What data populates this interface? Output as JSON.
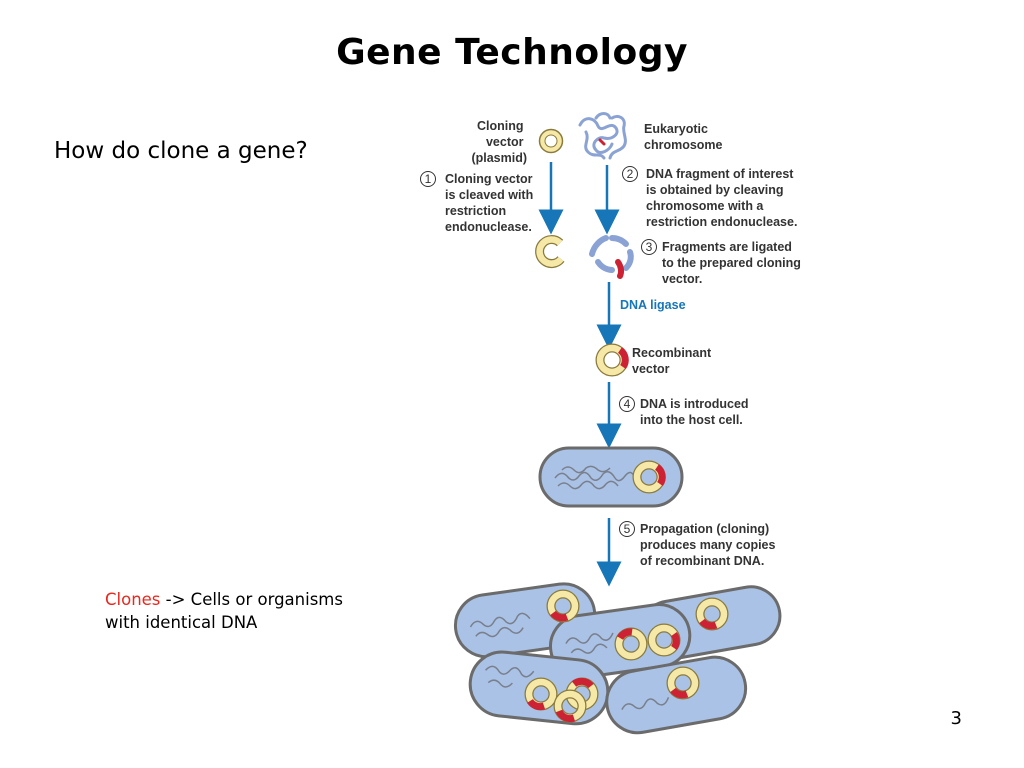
{
  "slide": {
    "title": "Gene Technology",
    "question": "How do clone a gene?",
    "clones_term": "Clones",
    "clones_def_line1": " -> Cells or organisms",
    "clones_def_line2": "with identical DNA",
    "page_number": "3"
  },
  "diagram": {
    "cloning_vector_label": [
      "Cloning",
      "vector",
      "(plasmid)"
    ],
    "eukaryotic_label": [
      "Eukaryotic",
      "chromosome"
    ],
    "steps": [
      {
        "number": "1",
        "lines": [
          "Cloning vector",
          "is cleaved with",
          "restriction",
          "endonuclease."
        ]
      },
      {
        "number": "2",
        "lines": [
          "DNA fragment of interest",
          "is obtained by cleaving",
          "chromosome with a",
          "restriction endonuclease."
        ]
      },
      {
        "number": "3",
        "lines": [
          "Fragments are ligated",
          "to the prepared cloning",
          "vector."
        ]
      },
      {
        "number": "4",
        "lines": [
          "DNA is introduced",
          "into the host cell."
        ]
      },
      {
        "number": "5",
        "lines": [
          "Propagation (cloning)",
          "produces many copies",
          "of recombinant DNA."
        ]
      }
    ],
    "dna_ligase_label": "DNA ligase",
    "recombinant_label": [
      "Recombinant",
      "vector"
    ],
    "colors": {
      "arrow": "#1676b8",
      "plasmid_fill": "#f6e9a8",
      "plasmid_stroke": "#8a7a3c",
      "insert": "#cc2233",
      "cell_fill": "#a9c2e6",
      "cell_stroke": "#6b6b6b",
      "chromosome": "#8aa3d4"
    }
  }
}
